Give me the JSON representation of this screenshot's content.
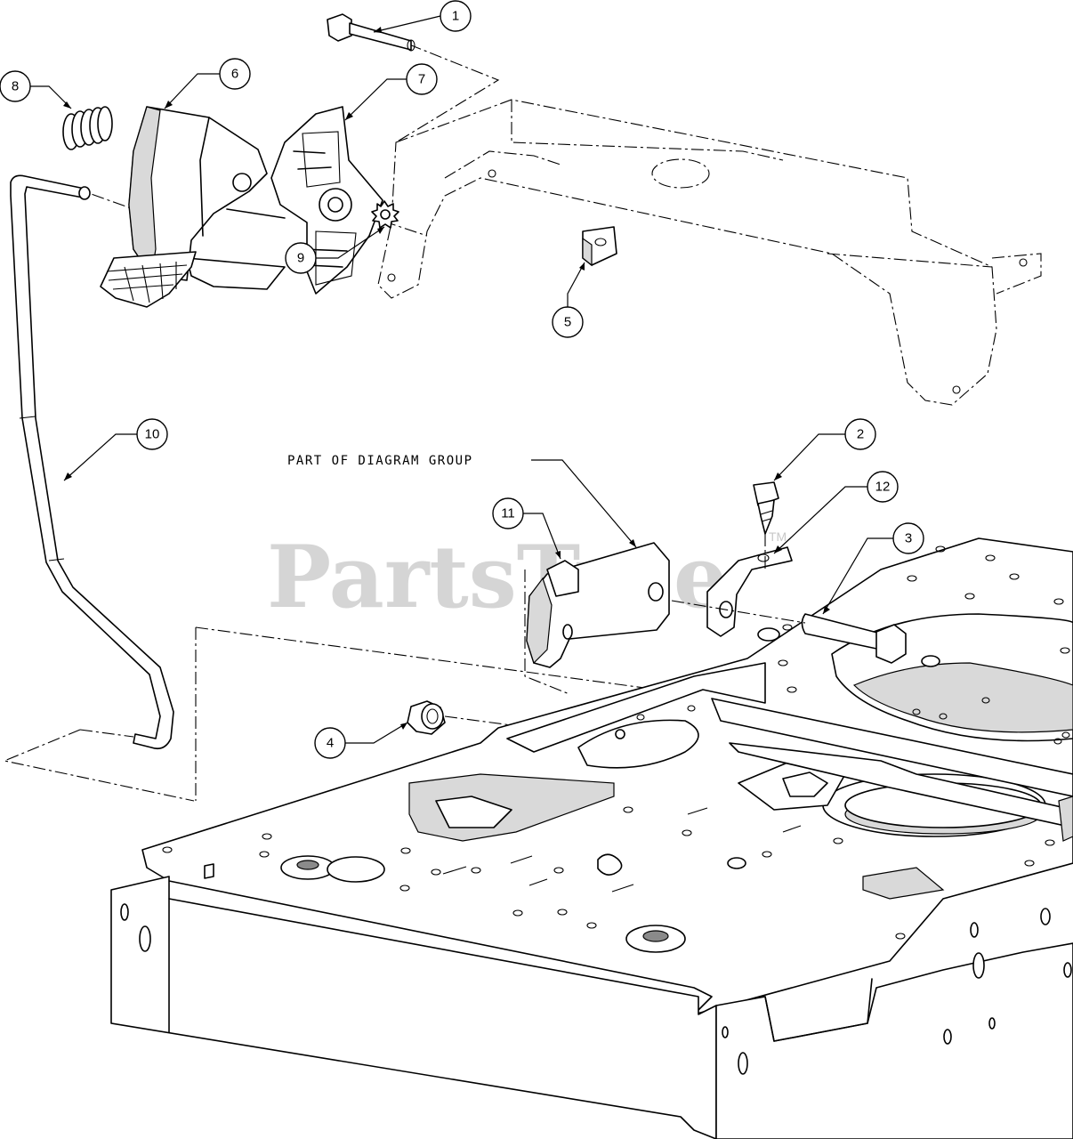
{
  "watermark": {
    "text": "PartsTree",
    "trademark": "TM"
  },
  "note": {
    "text": "PART OF DIAGRAM GROUP"
  },
  "callouts": [
    {
      "id": "1",
      "label": "1"
    },
    {
      "id": "2",
      "label": "2"
    },
    {
      "id": "3",
      "label": "3"
    },
    {
      "id": "4",
      "label": "4"
    },
    {
      "id": "5",
      "label": "5"
    },
    {
      "id": "6",
      "label": "6"
    },
    {
      "id": "7",
      "label": "7"
    },
    {
      "id": "8",
      "label": "8"
    },
    {
      "id": "9",
      "label": "9"
    },
    {
      "id": "10",
      "label": "10"
    },
    {
      "id": "11",
      "label": "11"
    },
    {
      "id": "12",
      "label": "12"
    }
  ]
}
